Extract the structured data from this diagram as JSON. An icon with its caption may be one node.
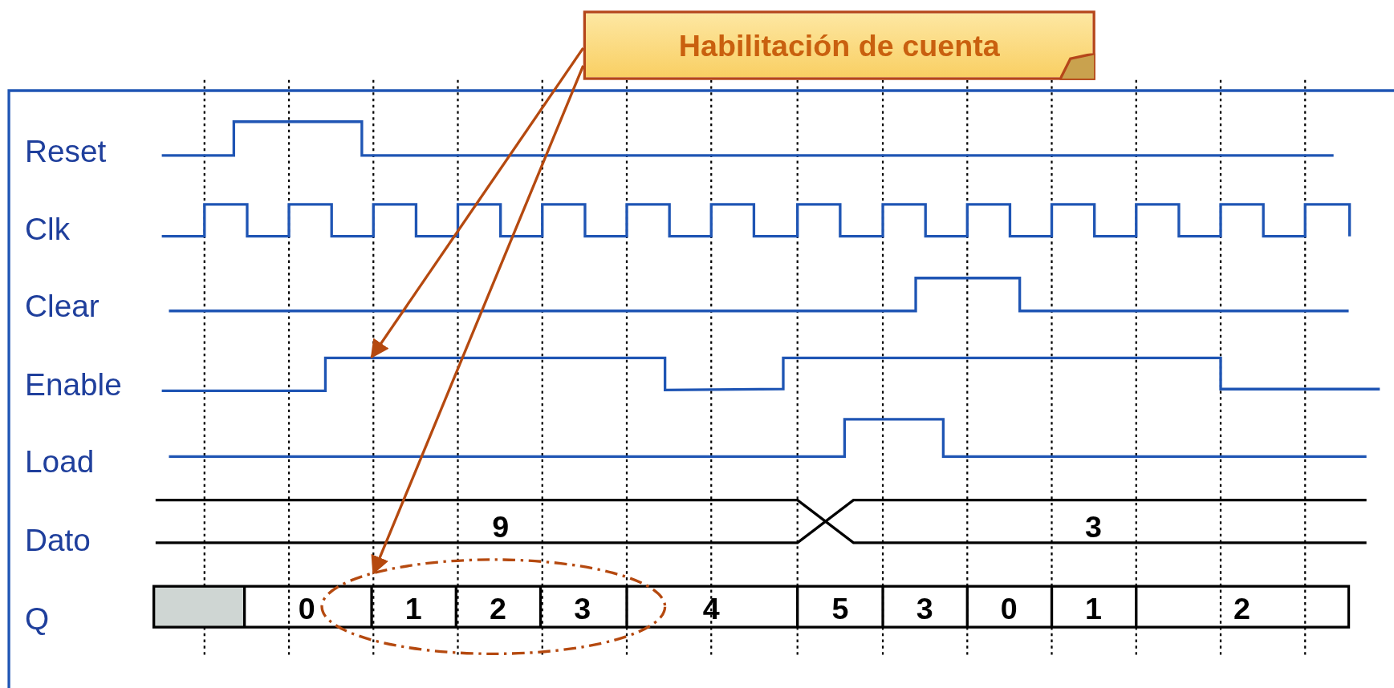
{
  "diagram": {
    "nodes": [
      {
        "text": [
          "Habilitación de cuenta"
        ]
      },
      {
        "text": [],
        "shape": "line"
      },
      {
        "text": [],
        "shape": "ellipse"
      }
    ],
    "edges": [
      {
        "from": 0,
        "to": 1,
        "arrow": "to"
      },
      {
        "from": 0,
        "to": 2,
        "arrow": "to"
      }
    ],
    "labels": [
      "Reset",
      "Clk",
      "Clear",
      "Enable",
      "Load",
      "Dato",
      "Q",
      "9",
      "3",
      "0",
      "1",
      "2",
      "3",
      "4",
      "5",
      "3",
      "0",
      "1",
      "2"
    ]
  }
}
